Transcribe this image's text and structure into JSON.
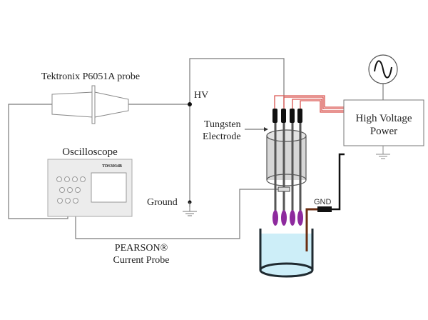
{
  "labels": {
    "probe": "Tektronix P6051A probe",
    "hv": "HV",
    "tungsten_line1": "Tungsten",
    "tungsten_line2": "Electrode",
    "oscilloscope": "Oscilloscope",
    "scope_model": "TDS3034B",
    "ground": "Ground",
    "pearson_line1": "PEARSON®",
    "pearson_line2": "Current Probe",
    "hv_power_line1": "High Voltage",
    "hv_power_line2": "Power",
    "gnd": "GND"
  },
  "icons": {
    "ac_source": "ac-source-icon",
    "ground_symbol": "ground-icon"
  },
  "colors": {
    "wire": "#7a7a7a",
    "hv_cable": "#d9534f",
    "plasma": "#8e2a9e",
    "liquid": "#cdeef8",
    "gnd_electrode": "#6b2e12",
    "beaker": "#1f2a30"
  }
}
